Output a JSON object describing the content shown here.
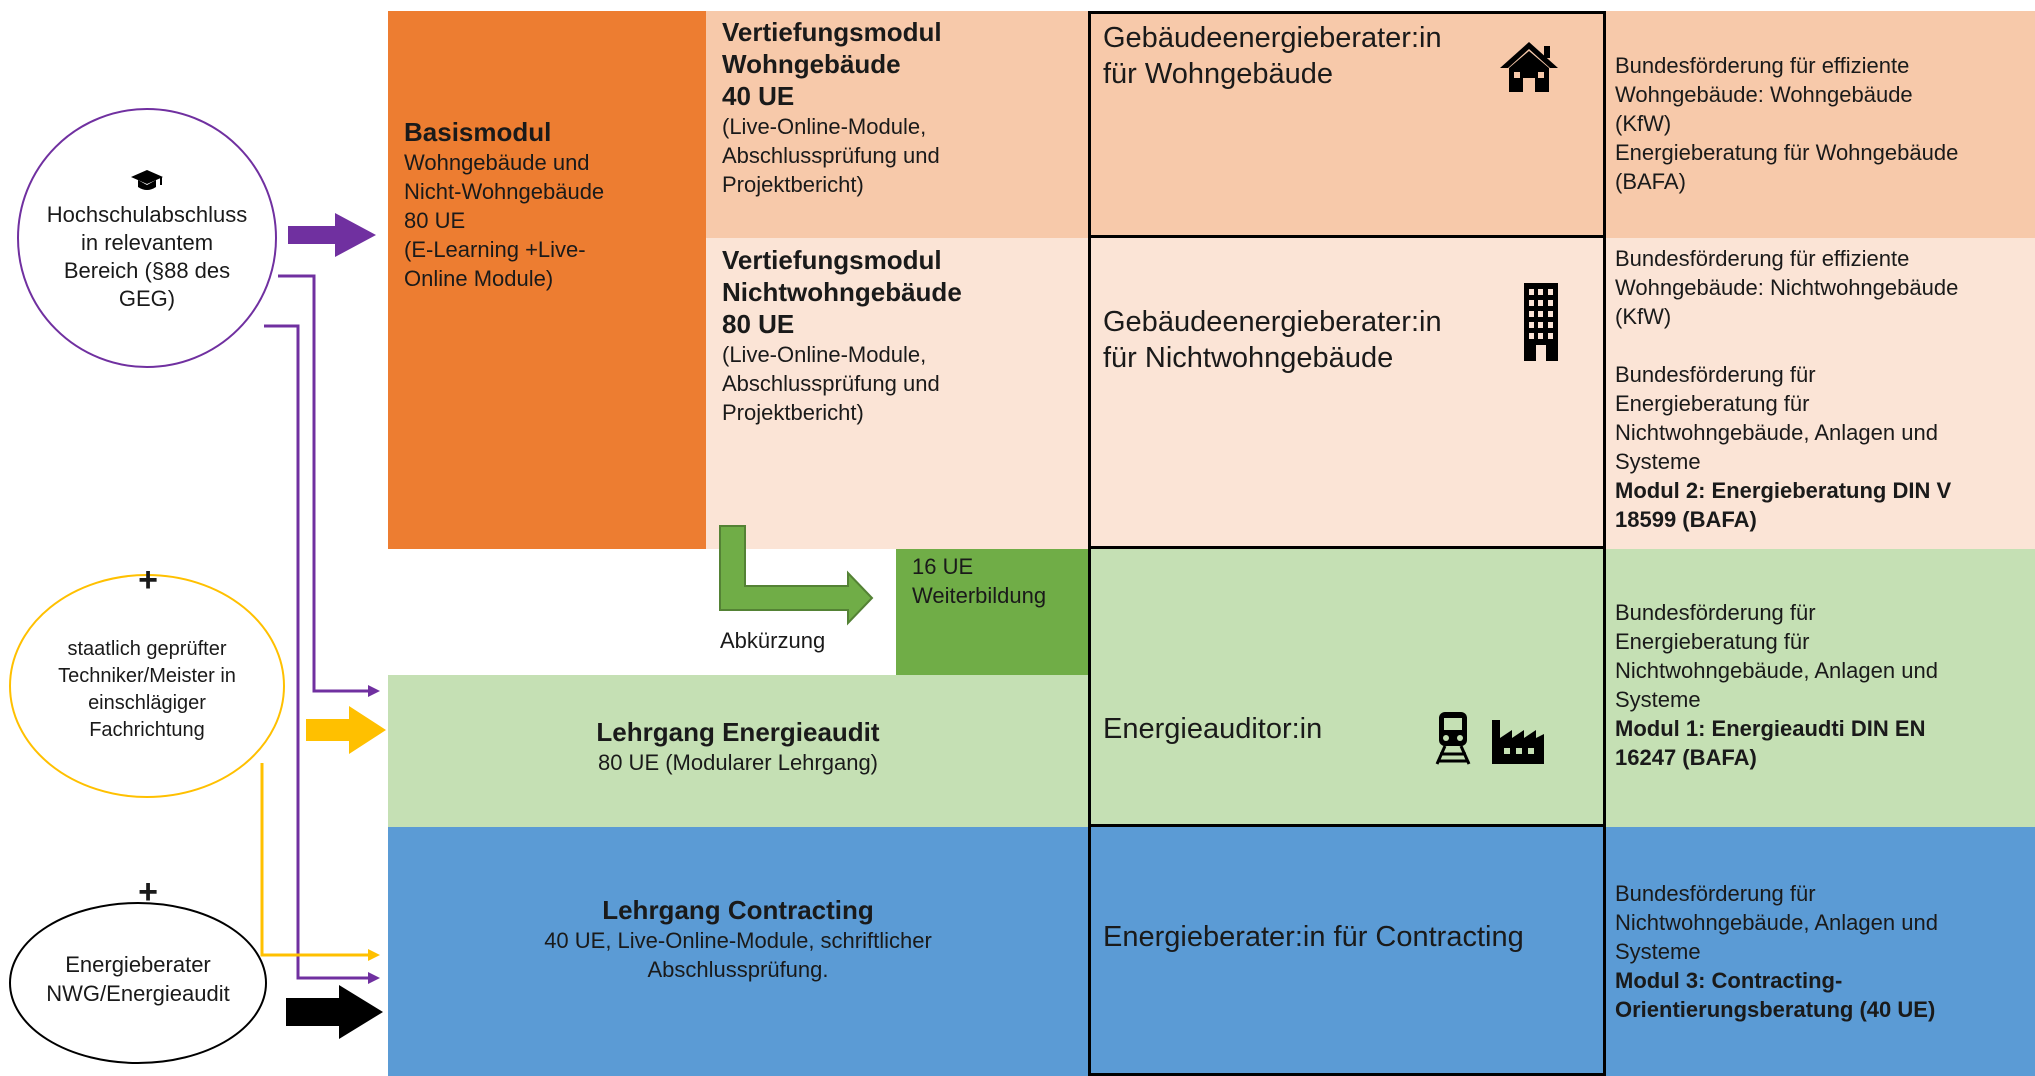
{
  "entry": {
    "degree": {
      "lines": [
        "Hochschulabschluss",
        "in relevantem",
        "Bereich (§88 des",
        "GEG)"
      ]
    },
    "plus1": "+",
    "technician": {
      "lines": [
        "staatlich geprüfter",
        "Techniker/Meister in",
        "einschlägiger",
        "Fachrichtung"
      ]
    },
    "plus2": "+",
    "advisor": {
      "lines": [
        "Energieberater",
        "NWG/Energieaudit"
      ]
    }
  },
  "basis": {
    "title": "Basismodul",
    "lines": [
      "Wohngebäude und",
      "Nicht-Wohngebäude",
      "80 UE",
      "(E-Learning +Live-",
      "Online Module)"
    ]
  },
  "vert_wohn": {
    "title_lines": [
      "Vertiefungsmodul",
      "Wohngebäude",
      "40 UE"
    ],
    "lines": [
      "(Live-Online-Module,",
      "Abschlussprüfung und",
      "Projektbericht)"
    ]
  },
  "vert_nwg": {
    "title_lines": [
      "Vertiefungsmodul",
      "Nichtwohngebäude",
      "80 UE"
    ],
    "lines": [
      "(Live-Online-Module,",
      "Abschlussprüfung und",
      "Projektbericht)"
    ]
  },
  "shortcut": {
    "label": "Abkürzung",
    "lines": [
      "16 UE",
      "Weiterbildung"
    ]
  },
  "audit_course": {
    "title": "Lehrgang Energieaudit",
    "sub": "80 UE (Modularer Lehrgang)"
  },
  "contract_course": {
    "title": "Lehrgang Contracting",
    "lines": [
      "40 UE,  Live-Online-Module, schriftlicher",
      "Abschlussprüfung."
    ]
  },
  "roles": {
    "wohn": {
      "lines": [
        "Gebäudeenergieberater:in",
        "für Wohngebäude"
      ],
      "icon": "house-icon"
    },
    "nwg": {
      "lines": [
        "Gebäudeenergieberater:in",
        "für Nichtwohngebäude"
      ],
      "icon": "building-icon"
    },
    "audit": {
      "label": "Energieauditor:in",
      "icons": [
        "train-icon",
        "factory-icon"
      ]
    },
    "contract": {
      "label": "Energieberater:in für Contracting"
    }
  },
  "funding": {
    "wohn": {
      "lines": [
        "Bundesförderung für effiziente",
        "Wohngebäude: Wohngebäude",
        "(KfW)",
        "Energieberatung für Wohngebäude",
        "(BAFA)"
      ]
    },
    "nwg": {
      "lines": [
        "Bundesförderung für effiziente",
        "Wohngebäude: Nichtwohngebäude",
        "(KfW)",
        "",
        "Bundesförderung für",
        "Energieberatung für",
        "Nichtwohngebäude, Anlagen und",
        "Systeme"
      ],
      "bold_lines": [
        "Modul 2: Energieberatung DIN V",
        "18599 (BAFA)"
      ]
    },
    "audit": {
      "lines": [
        "Bundesförderung für",
        "Energieberatung für",
        "Nichtwohngebäude, Anlagen und",
        "Systeme"
      ],
      "bold_lines": [
        "Modul 1: Energieaudti DIN EN",
        "16247 (BAFA)"
      ]
    },
    "contract": {
      "lines": [
        "Bundesförderung für",
        "Nichtwohngebäude, Anlagen und",
        "Systeme"
      ],
      "bold_lines": [
        "Modul 3: Contracting-",
        "Orientierungsberatung (40 UE)"
      ]
    }
  },
  "colors": {
    "orange": "#ED7D31",
    "peach": "#F7C9AA",
    "light_peach": "#FBE4D6",
    "light_green": "#C5E0B4",
    "green": "#70AD47",
    "blue": "#5B9BD5",
    "purple": "#7030A0",
    "yellow": "#FFC000",
    "black": "#000000"
  }
}
